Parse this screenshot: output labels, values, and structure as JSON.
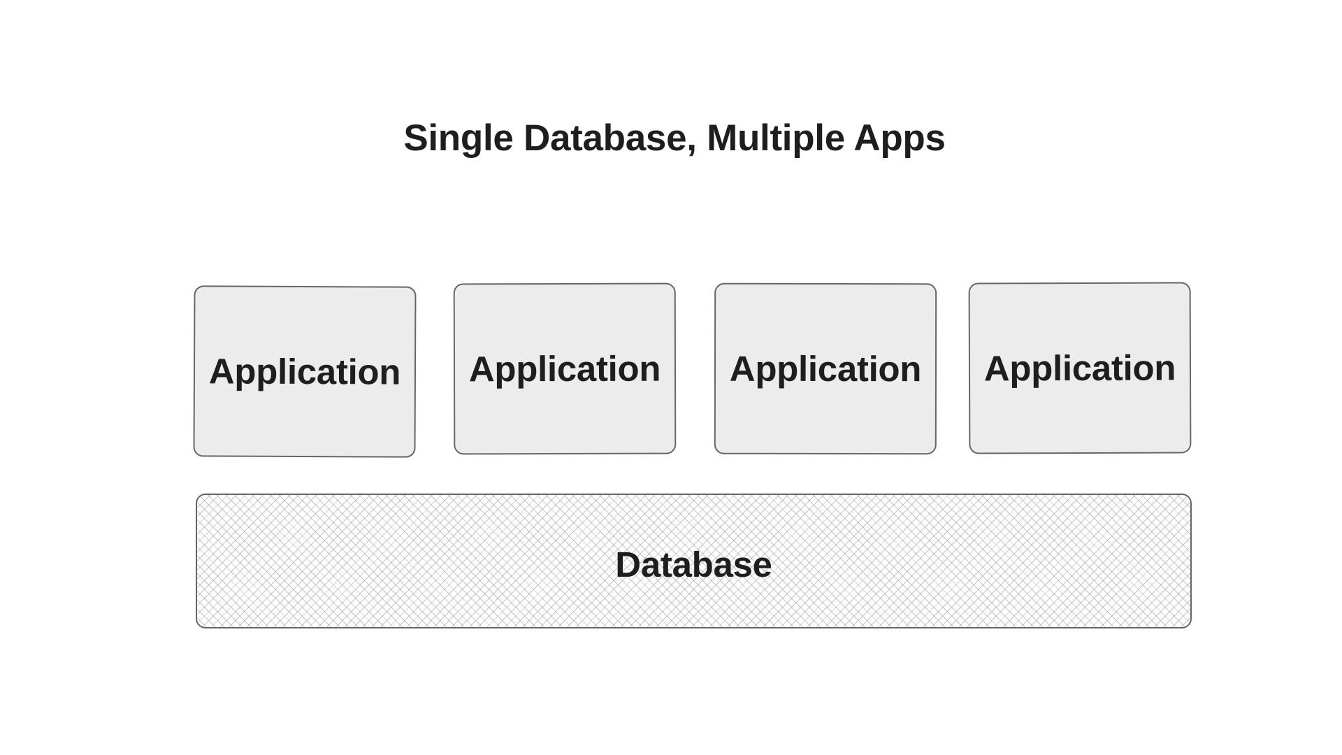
{
  "title": "Single Database, Multiple Apps",
  "applications": [
    {
      "label": "Application"
    },
    {
      "label": "Application"
    },
    {
      "label": "Application"
    },
    {
      "label": "Application"
    }
  ],
  "database": {
    "label": "Database"
  },
  "colors": {
    "box_fill": "#ececec",
    "box_stroke": "#666666",
    "text": "#1e1e1e",
    "hatch": "#969696"
  }
}
